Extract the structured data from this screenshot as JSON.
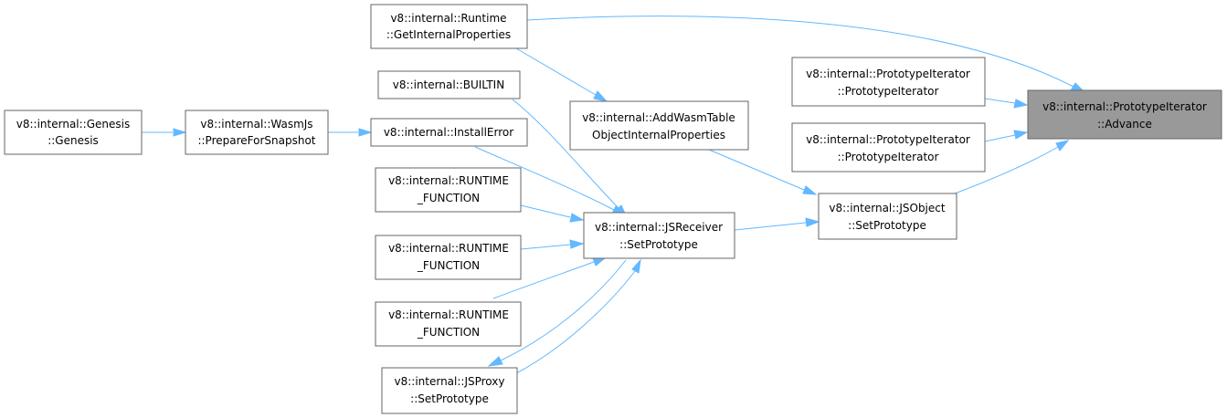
{
  "graph": {
    "colors": {
      "edge": "#63b8ff",
      "node_border": "#666666",
      "highlight_fill": "#999999"
    },
    "nodes": {
      "advance": {
        "line1": "v8::internal::PrototypeIterator",
        "line2": "::Advance"
      },
      "get_internal_properties": {
        "line1": "v8::internal::Runtime",
        "line2": "::GetInternalProperties"
      },
      "prototype_iterator_1": {
        "line1": "v8::internal::PrototypeIterator",
        "line2": "::PrototypeIterator"
      },
      "prototype_iterator_2": {
        "line1": "v8::internal::PrototypeIterator",
        "line2": "::PrototypeIterator"
      },
      "add_wasm_table": {
        "line1": "v8::internal::AddWasmTable",
        "line2": "ObjectInternalProperties"
      },
      "builtin": {
        "line1": "v8::internal::BUILTIN"
      },
      "genesis": {
        "line1": "v8::internal::Genesis",
        "line2": "::Genesis"
      },
      "prepare_for_snapshot": {
        "line1": "v8::internal::WasmJs",
        "line2": "::PrepareForSnapshot"
      },
      "install_error": {
        "line1": "v8::internal::InstallError"
      },
      "jsobject_set_prototype": {
        "line1": "v8::internal::JSObject",
        "line2": "::SetPrototype"
      },
      "jsreceiver_set_prototype": {
        "line1": "v8::internal::JSReceiver",
        "line2": "::SetPrototype"
      },
      "runtime_function_1": {
        "line1": "v8::internal::RUNTIME",
        "line2": "_FUNCTION"
      },
      "runtime_function_2": {
        "line1": "v8::internal::RUNTIME",
        "line2": "_FUNCTION"
      },
      "runtime_function_3": {
        "line1": "v8::internal::RUNTIME",
        "line2": "_FUNCTION"
      },
      "jsproxy_set_prototype": {
        "line1": "v8::internal::JSProxy",
        "line2": "::SetPrototype"
      }
    }
  }
}
